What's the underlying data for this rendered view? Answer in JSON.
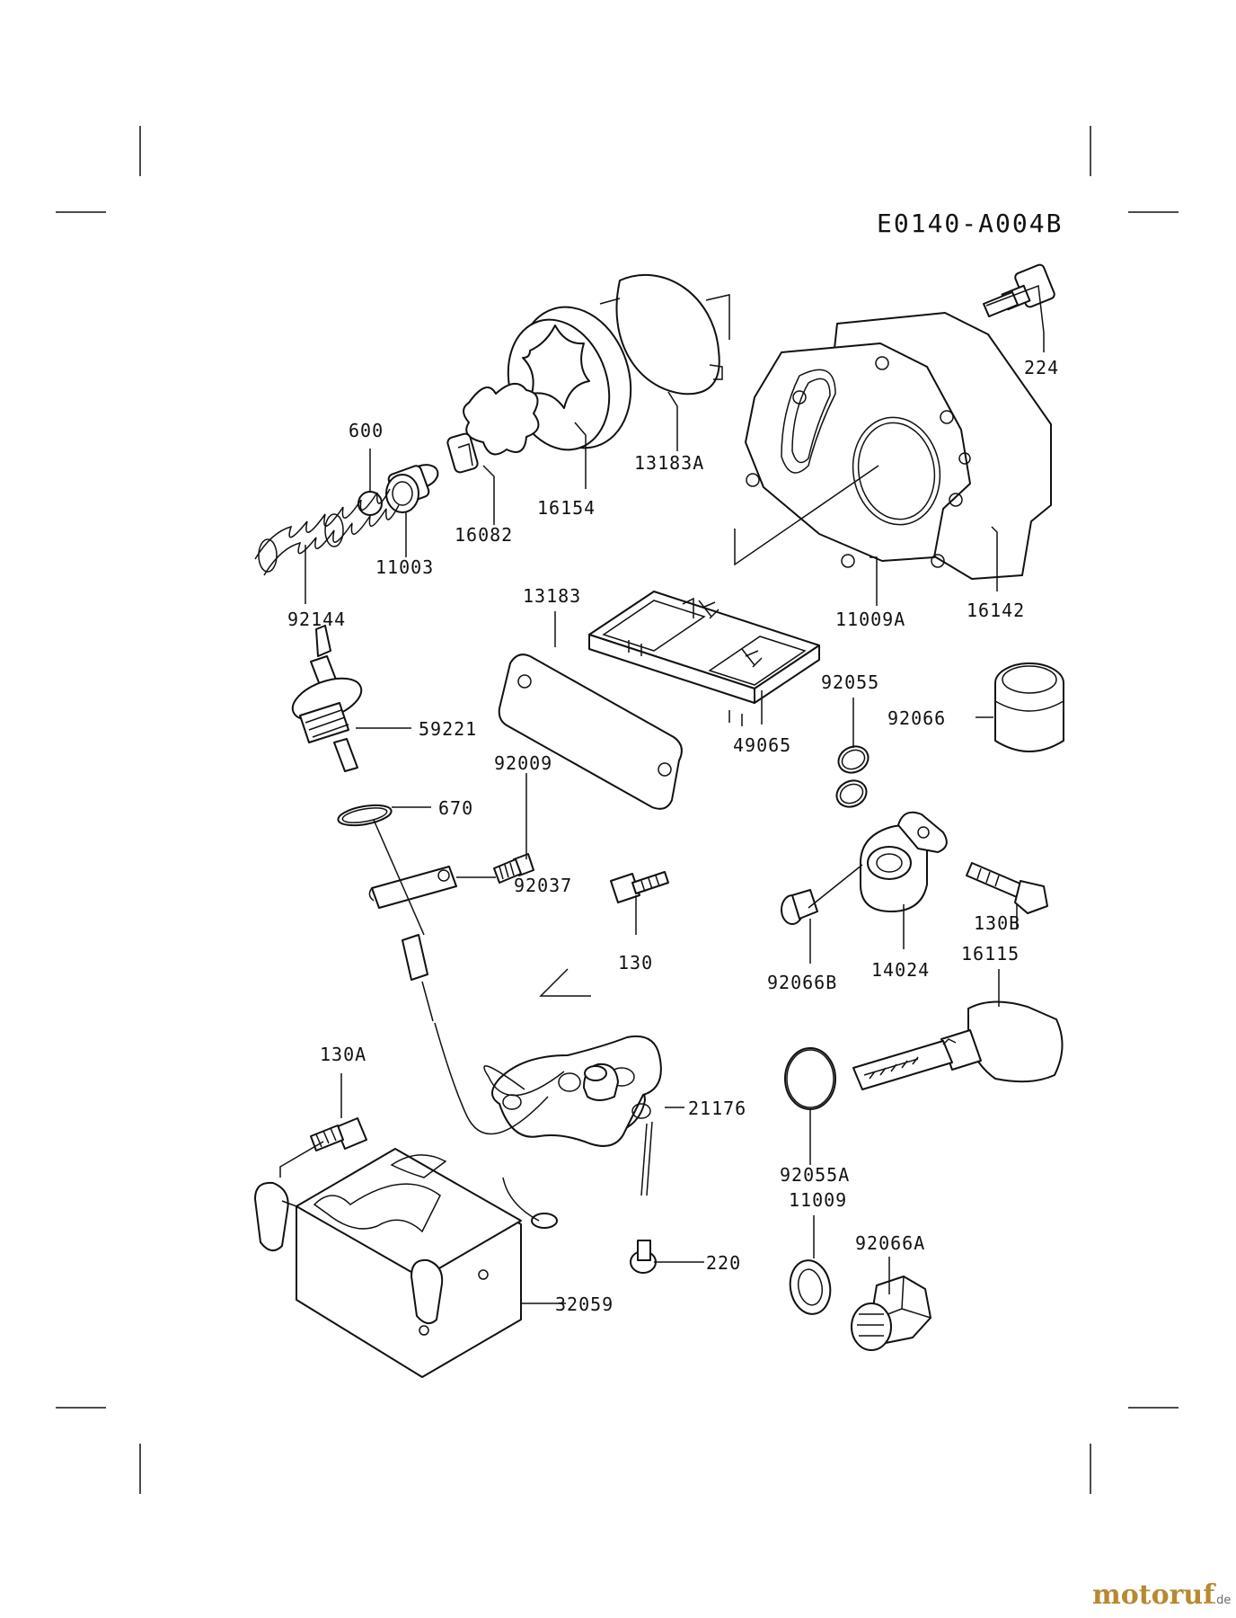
{
  "diagram": {
    "code": "E0140-A004B",
    "parts": {
      "p224": "224",
      "p13183A": "13183A",
      "p600": "600",
      "p16154": "16154",
      "p16082": "16082",
      "p11003": "11003",
      "p92144": "92144",
      "p11009A": "11009A",
      "p16142": "16142",
      "p13183": "13183",
      "p92055": "92055",
      "p92066": "92066",
      "p59221": "59221",
      "p49065": "49065",
      "p92009": "92009",
      "p670": "670",
      "p92037": "92037",
      "p130": "130",
      "p130B": "130B",
      "p92066B": "92066B",
      "p14024": "14024",
      "p16115": "16115",
      "p130A": "130A",
      "p21176": "21176",
      "p92055A": "92055A",
      "p11009": "11009",
      "p220": "220",
      "p92066A": "92066A",
      "p32059": "32059"
    }
  },
  "watermark": {
    "brand": "motoruf",
    "suffix": ".de"
  },
  "colors": {
    "line": "#111111",
    "background": "#ffffff",
    "watermark": "#b78a2f"
  }
}
